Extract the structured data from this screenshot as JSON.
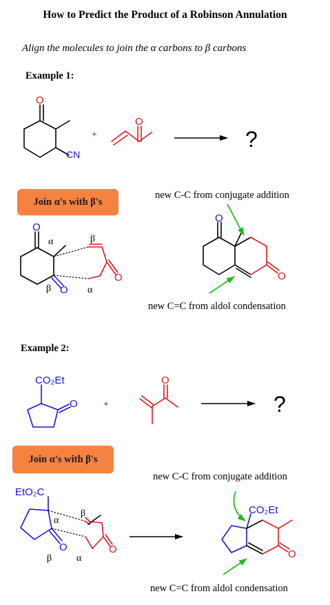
{
  "title": "How to Predict the Product of a Robinson Annulation",
  "subtitle": "Align the molecules to join the α carbons to β carbons",
  "example1": {
    "label": "Example 1:",
    "plus": "+",
    "question": "?",
    "button_label": "Join α's with β's",
    "note_top": "new C-C from conjugate addition",
    "note_bottom": "new C=C from aldol condensation",
    "atom_O": "O",
    "atom_CN": "CN",
    "alpha": "α",
    "beta": "β"
  },
  "example2": {
    "label": "Example 2:",
    "plus": "+",
    "question": "?",
    "button_label": "Join α's with β's",
    "note_top": "new C-C from conjugate addition",
    "note_bottom": "new C=C from aldol condensation",
    "atom_O": "O",
    "co2et": "CO₂Et",
    "eto2c": "EtO₂C",
    "alpha": "α",
    "beta": "β"
  },
  "colors": {
    "orange": "#f58241",
    "red": "#e4141b",
    "blue": "#1a12d6",
    "green": "#22bb22",
    "black": "#000000"
  }
}
